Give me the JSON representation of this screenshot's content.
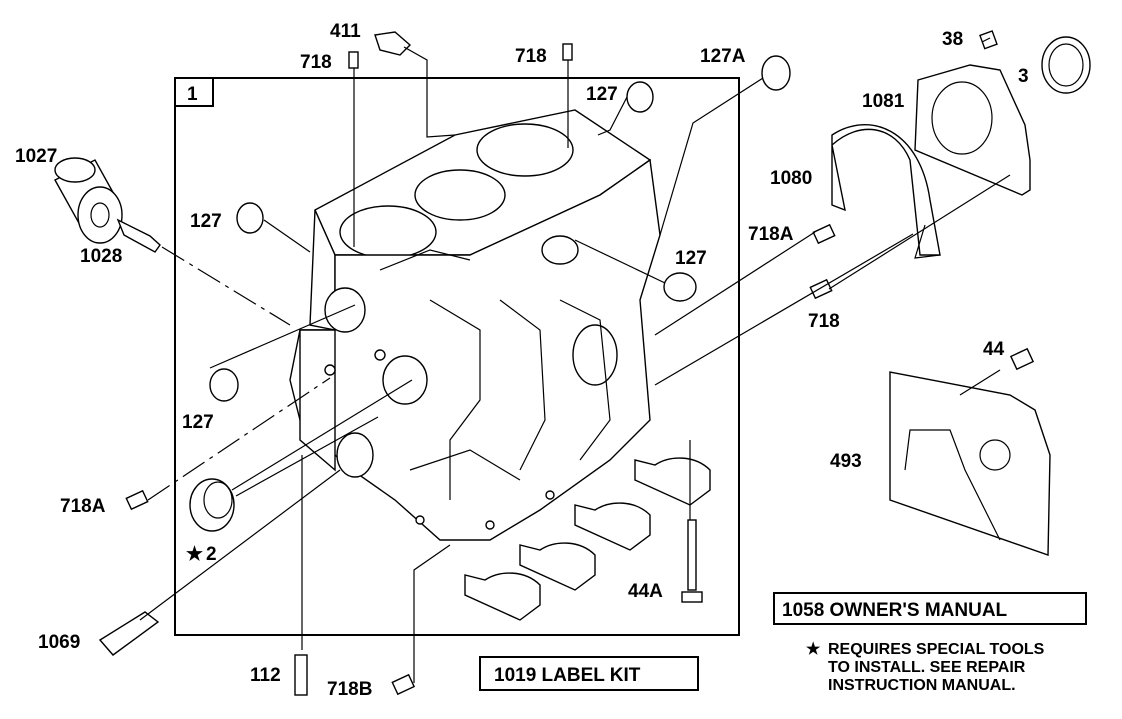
{
  "callouts": {
    "c411": "411",
    "c718_top_left": "718",
    "c718_top_mid": "718",
    "c127a": "127A",
    "c127_top": "127",
    "c38": "38",
    "c3": "3",
    "c1081": "1081",
    "c1027": "1027",
    "c1028": "1028",
    "c127_left": "127",
    "c1080": "1080",
    "c718a_right": "718A",
    "c127_right": "127",
    "c718_right": "718",
    "c44": "44",
    "c127_lower": "127",
    "c493": "493",
    "c718a_left": "718A",
    "c2": "2",
    "c44a": "44A",
    "c1069": "1069",
    "c112": "112",
    "c718b": "718B"
  },
  "frame_label": "1",
  "boxes": {
    "owners_manual": "1058 OWNER'S MANUAL",
    "label_kit": "1019 LABEL KIT"
  },
  "note": {
    "star": "★",
    "line1": "REQUIRES SPECIAL TOOLS",
    "line2": "TO INSTALL.  SEE REPAIR",
    "line3": "INSTRUCTION MANUAL."
  }
}
